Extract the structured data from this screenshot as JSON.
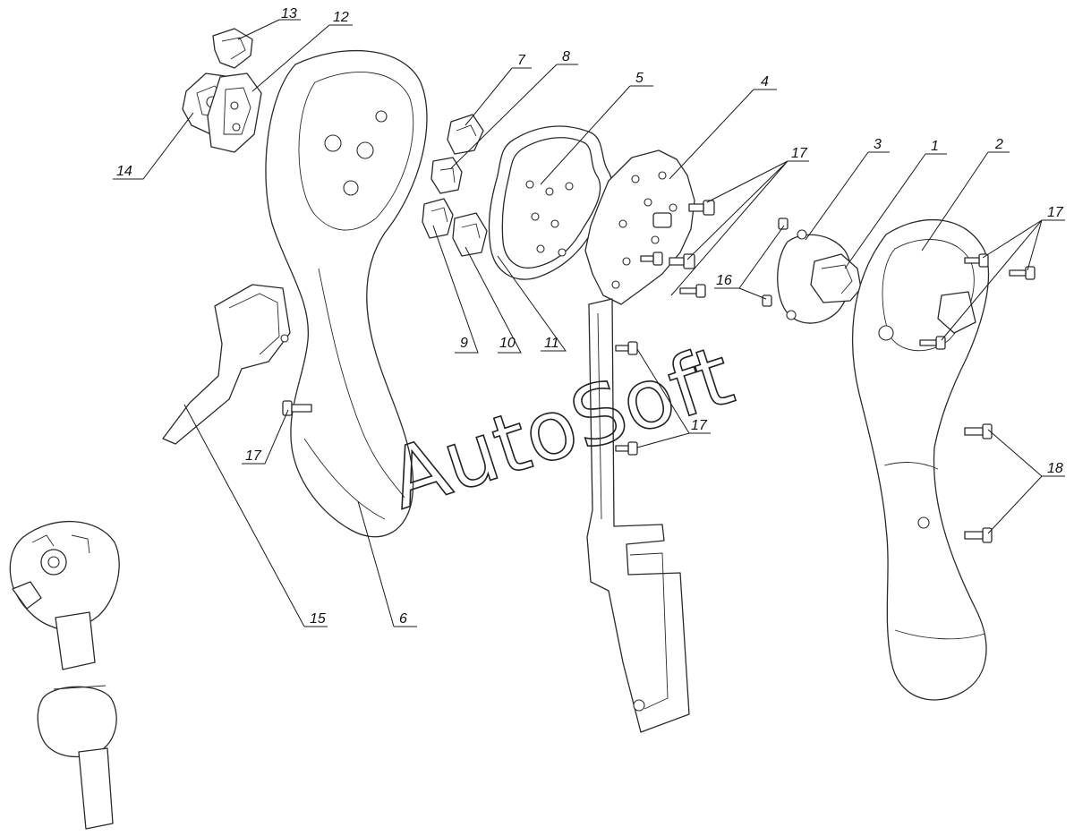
{
  "callouts": [
    "1",
    "2",
    "3",
    "4",
    "5",
    "6",
    "7",
    "8",
    "9",
    "10",
    "11",
    "12",
    "13",
    "14",
    "15",
    "16",
    "17",
    "18"
  ],
  "watermark": "AutoSoft",
  "icons": {
    "screw": "screw-icon",
    "hole": "hole-icon"
  }
}
